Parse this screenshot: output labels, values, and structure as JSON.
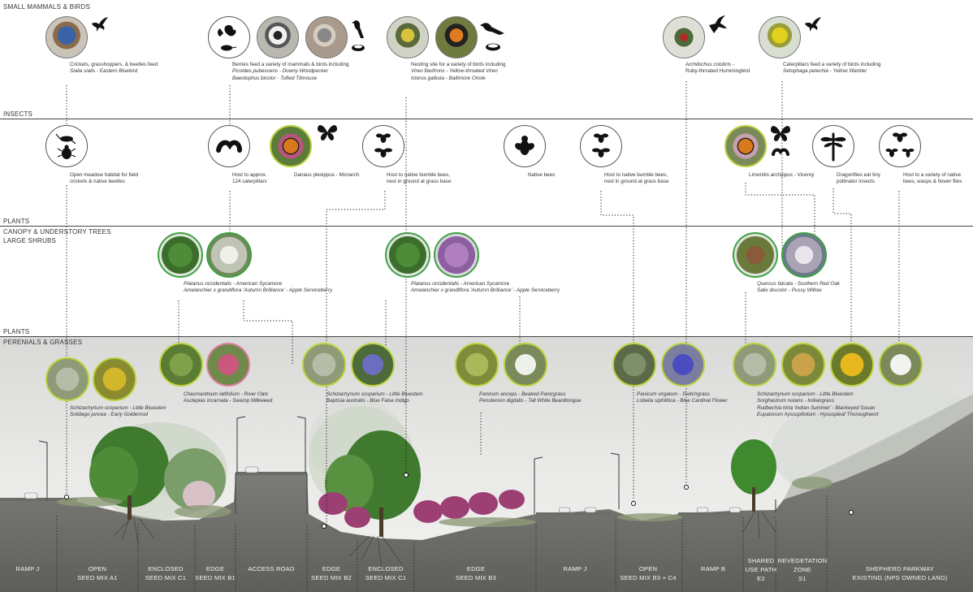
{
  "sections": {
    "small_mammals_birds": "SMALL MAMMALS & BIRDS",
    "insects": "INSECTS",
    "plants_1": "PLANTS",
    "canopy": "CANOPY & UNDERSTORY TREES",
    "large_shrubs": "LARGE SHRUBS",
    "plants_2": "PLANTS",
    "perennials": "PERENIALS & GRASSES"
  },
  "bird_captions": [
    [
      "Crickets, grasshoppers, & beetles feed",
      "Sialia sialis - Eastern Bluebird"
    ],
    [
      "Berries feed a variety of mammals & birds including",
      "Picoides pubescens - Downy Woodpecker",
      "Baeolophus bicolor - Tufted Titmouse"
    ],
    [
      "Nesting site for a variety of birds including",
      "Vireo flavifrons - Yellow-throated Vireo",
      "Icterus galbula - Baltimore Oriole"
    ],
    [
      "Archilochus colubris -",
      "Ruby-throated Hummingbird"
    ],
    [
      "Caterpillars feed a variety of birds including",
      "Setophaga petechia - Yellow Warbler"
    ]
  ],
  "insect_captions": [
    [
      "Open meadow habitat for field",
      "crickets & native beetles"
    ],
    [
      "Host to approx.",
      "124 caterpillars"
    ],
    [
      "Danaus plexippus - Monarch"
    ],
    [
      "Host to native bumble bees,",
      "nest in ground at grass base"
    ],
    [
      "Native bees"
    ],
    [
      "Host to native bumble bees,",
      "nest in ground at grass base"
    ],
    [
      "Limenitis archippus - Viceroy"
    ],
    [
      "Dragonflies eat tiny",
      "pollinator insects"
    ],
    [
      "Host to a variety of native",
      "bees, wasps & flower flies"
    ]
  ],
  "tree_captions": [
    [
      "Platanus occidentalis - American Sycamore",
      "Amelanchier x grandiflora 'Autumn Brilliance' - Apple Serviceberry"
    ],
    [
      "Platanus occidentalis - American Sycamore",
      "Amelanchier x grandiflora 'Autumn Brilliance' - Apple Serviceberry"
    ],
    [
      "Quercus falcata - Southern Red Oak",
      "Salix discolor - Pussy Willow"
    ]
  ],
  "grass_captions": [
    [
      "Schizachyrium scoparium - Little Bluestem",
      "Solidago juncea - Early Goldenrod"
    ],
    [
      "Chasmanthium latifolium - River Oats",
      "Asclepias incarnata - Swamp Milkweed"
    ],
    [
      "Schizachyrium scoparium - Little Bluestem",
      "Baptisia australis - Blue False Indigo"
    ],
    [
      "Panicum anceps - Beaked Panicgrass",
      "Penstemon digitalis - Tall White Beardtongue"
    ],
    [
      "Panicum virgatum - Switchgrass",
      "Lobelia siphilitica - Blue Cardinal Flower"
    ],
    [
      "Schizachyrium scoparium - Little Bluestem",
      "Sorghastrum nutans - Indiangrass",
      "Rudbechia hirta 'Indian Summer' - Blackeyed Susan",
      "Eupatorium hyssopifolium - Hyssopleaf Thoroughwort"
    ]
  ],
  "zones": [
    [
      "RAMP J"
    ],
    [
      "OPEN",
      "SEED MIX A1"
    ],
    [
      "ENCLOSED",
      "SEED MIX C1"
    ],
    [
      "EDGE",
      "SEED MIX B1"
    ],
    [
      "ACCESS ROAD"
    ],
    [
      "EDGE",
      "SEED MIX B2"
    ],
    [
      "ENCLOSED",
      "SEED MIX C1"
    ],
    [
      "EDGE",
      "SEED MIX B3"
    ],
    [
      "RAMP J"
    ],
    [
      "OPEN",
      "SEED MIX B3 + C4"
    ],
    [
      "RAMP B"
    ],
    [
      "SHARED",
      "USE PATH",
      "E2"
    ],
    [
      "REVEGETATION",
      "ZONE",
      "S1"
    ],
    [
      "SHEPHERD PARKWAY",
      "EXISTING (NPS OWNED LAND)"
    ]
  ],
  "icons": {
    "bird": "bird-silhouette-icon",
    "squirrel": "squirrel-icon",
    "mouse": "mouse-icon",
    "nest": "nest-icon",
    "cricket": "cricket-icon",
    "beetle": "beetle-icon",
    "caterpillar": "caterpillar-icon",
    "butterfly": "butterfly-icon",
    "bee": "bee-icon",
    "fly": "fly-icon",
    "dragonfly": "dragonfly-icon",
    "hummingbird": "hummingbird-icon"
  },
  "colors": {
    "ring_green": "#b9d33b",
    "ring_pink": "#e37fa6",
    "ring_tree": "#3fa043",
    "line": "#444444"
  }
}
